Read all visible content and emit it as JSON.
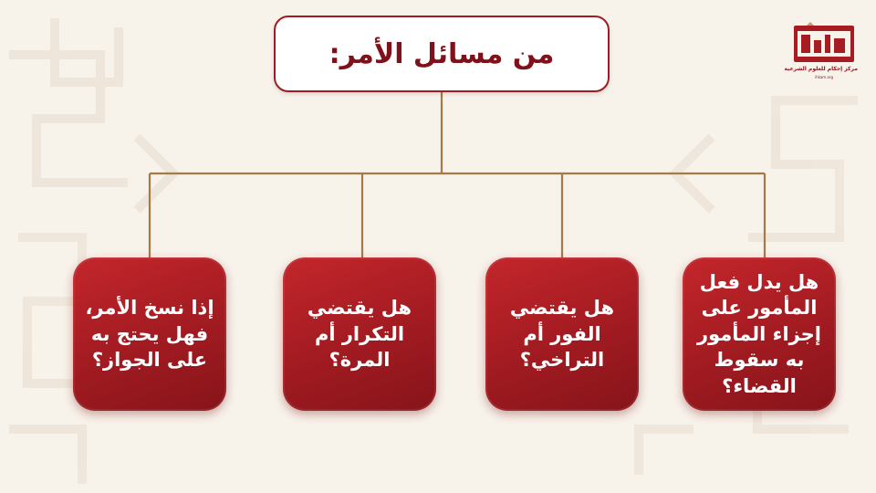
{
  "diagram": {
    "root": {
      "text": "من مسائل الأمر:"
    },
    "children": [
      {
        "text": "هل يدل فعل المأمور على إجزاء المأمور به سقوط القضاء؟"
      },
      {
        "text": "هل يقتضي الفور أم التراخي؟"
      },
      {
        "text": "هل يقتضي التكرار أم المرة؟"
      },
      {
        "text": "إذا نسخ الأمر، فهل يحتج به على الجواز؟"
      }
    ]
  },
  "logo": {
    "name": "إحكام",
    "tagline": "مركز إحكام للعلوم الشرعية",
    "sub": "ihkam.org"
  },
  "colors": {
    "accent": "#a61c22",
    "connector": "#a47a4a",
    "background": "#f7f2ea"
  }
}
